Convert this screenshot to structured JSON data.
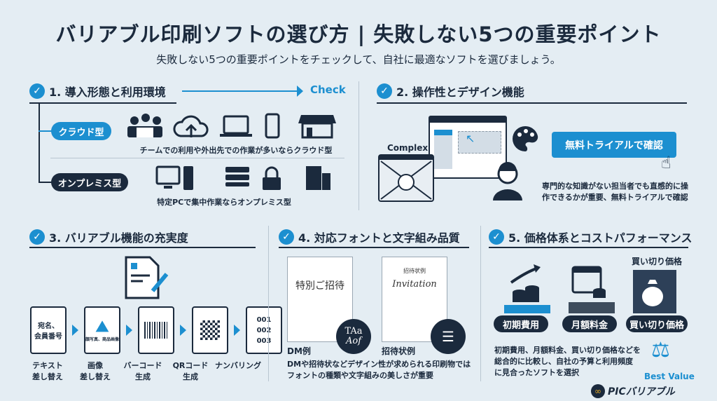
{
  "title": "バリアブル印刷ソフトの選び方 | 失敗しない5つの重要ポイント",
  "subtitle": "失敗しない5つの重要ポイントをチェックして、自社に最適なソフトを選びましょう。",
  "colors": {
    "accent": "#1c8fd0",
    "navy": "#1b2a3d",
    "background": "#e4edf3"
  },
  "s1": {
    "title": "1. 導入形態と利用環境",
    "check": "Check",
    "cloud": "クラウド型",
    "cloud_desc": "チームでの利用や外出先での作業が多いならクラウド型",
    "onprem": "オンプレミス型",
    "onprem_desc": "特定PCで集中作業ならオンプレミス型",
    "cloud_icons": [
      "team-icon",
      "cloud-upload-icon",
      "laptop-icon",
      "smartphone-icon",
      "shop-icon"
    ],
    "onprem_icons": [
      "desktop-pc-icon",
      "server-icon",
      "lock-icon",
      "building-icon"
    ]
  },
  "s2": {
    "title": "2. 操作性とデザイン機能",
    "complex": "Complex",
    "button": "無料トライアルで確認",
    "desc1": "専門的な知識がない担当者でも直感的に操",
    "desc2": "作できるかが重要、無料トライアルで確認"
  },
  "s3": {
    "title": "3. バリアブル機能の充実度",
    "doc_text1": "宛名、",
    "doc_text2": "会員番号",
    "img_caption": "顔写真、商品画像",
    "numbers": [
      "001",
      "002",
      "003"
    ],
    "items": [
      {
        "l1": "テキスト",
        "l2": "差し替え"
      },
      {
        "l1": "画像",
        "l2": "差し替え"
      },
      {
        "l1": "バーコード",
        "l2": "生成"
      },
      {
        "l1": "QRコード",
        "l2": "生成"
      },
      {
        "l1": "ナンバリング",
        "l2": ""
      }
    ]
  },
  "s4": {
    "title": "4. 対応フォントと文字組み品質",
    "dm_card": "特別ご招待",
    "inv_head": "招待状例",
    "inv_card": "Invitation",
    "font_icon1": "TAa",
    "font_icon2": "Aof",
    "dm_label": "DM例",
    "inv_label": "招待状例",
    "desc1": "DMや招待状などデザイン性が求められる印刷物では",
    "desc2": "フォントの種類や文字組みの美しさが重要"
  },
  "s5": {
    "title": "5. 価格体系とコストパフォーマンス",
    "top_label": "買い切り価格",
    "pills": [
      "初期費用",
      "月額料金",
      "買い切り価格"
    ],
    "desc1": "初期費用、月額料金、買い切り価格などを",
    "desc2": "総合的に比較し、自社の予算と利用頻度",
    "desc3": "に見合ったソフトを選択",
    "best": "Best Value"
  },
  "logo": "PICバリアブル"
}
